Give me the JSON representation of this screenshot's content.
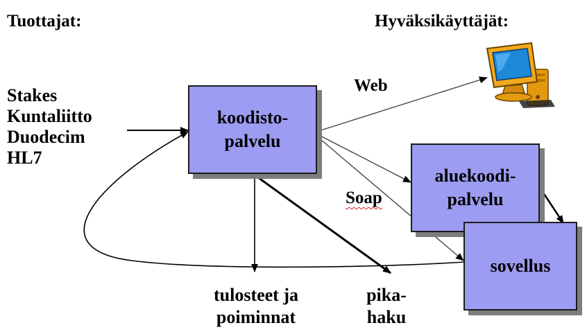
{
  "headers": {
    "producers": "Tuottajat:",
    "approved_users": "Hyväksikäyttäjät:"
  },
  "producers": [
    "Stakes",
    "Kuntaliitto",
    "Duodecim",
    "HL7"
  ],
  "nodes": {
    "codeservice": [
      "koodisto-",
      "palvelu"
    ],
    "regioncode": [
      "aluekoodi-",
      "palvelu"
    ],
    "application": "sovellus"
  },
  "outputs": {
    "printouts": [
      "tulosteet ja",
      "poiminnat"
    ],
    "quicksearch": [
      "pika-",
      "haku"
    ]
  },
  "labels": {
    "web": "Web",
    "soap": "Soap"
  },
  "icons": {
    "user_terminal": "computer-monitor-icon"
  },
  "colors": {
    "box_fill": "#9c9cf2",
    "box_shadow": "#7d7d7d",
    "monitor_screen": "#1e88d8",
    "monitor_body": "#f2a81c"
  }
}
